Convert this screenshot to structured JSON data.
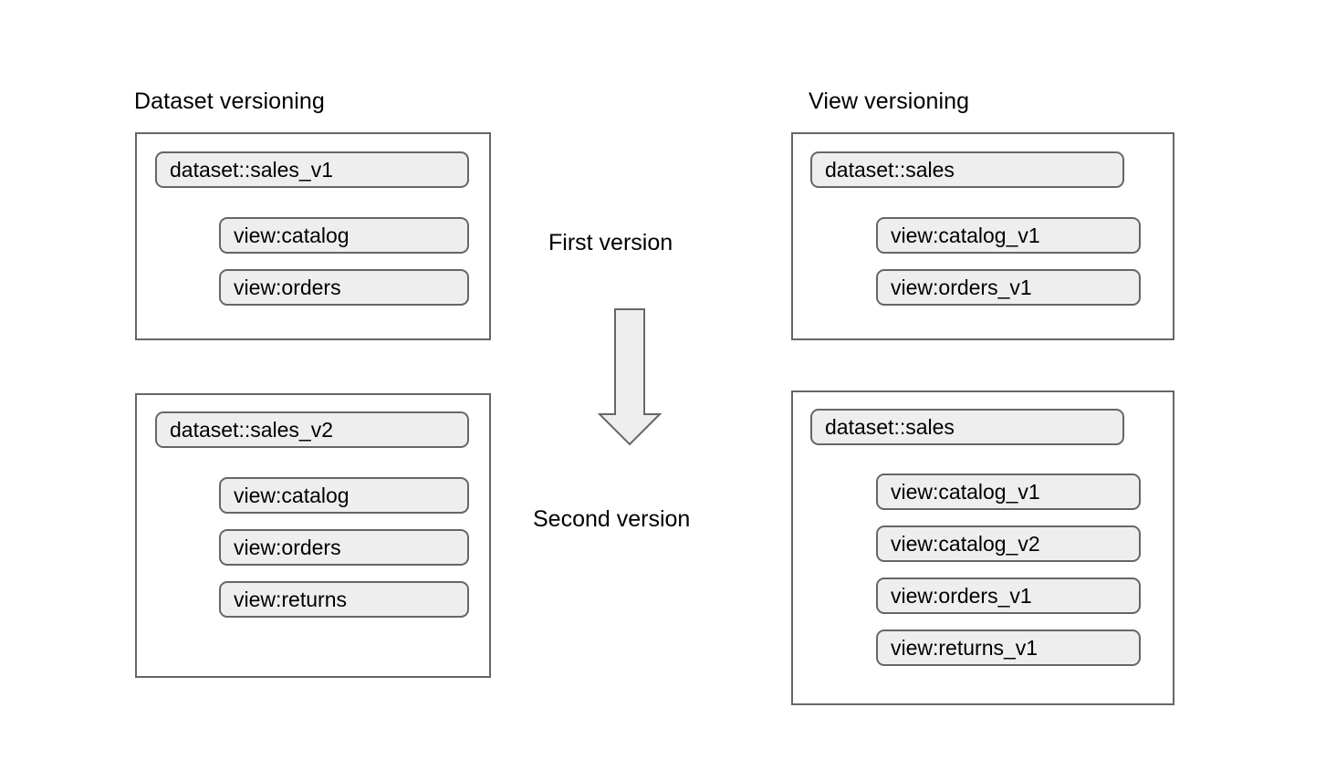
{
  "diagram": {
    "title": "Dataset versioning vs View versioning",
    "background_color": "#ffffff",
    "box_border_color": "#666666",
    "pill_fill_color": "#eeeeee",
    "pill_border_color": "#666666",
    "arrow_fill_color": "#eeeeee",
    "arrow_border_color": "#666666",
    "text_color": "#000000"
  },
  "columns": {
    "left": {
      "title": "Dataset versioning",
      "groups": [
        {
          "id": "ds-v1",
          "dataset": "dataset::sales_v1",
          "views": [
            "view:catalog",
            "view:orders"
          ]
        },
        {
          "id": "ds-v2",
          "dataset": "dataset::sales_v2",
          "views": [
            "view:catalog",
            "view:orders",
            "view:returns"
          ]
        }
      ]
    },
    "right": {
      "title": "View versioning",
      "groups": [
        {
          "id": "vw-v1",
          "dataset": "dataset::sales",
          "views": [
            "view:catalog_v1",
            "view:orders_v1"
          ]
        },
        {
          "id": "vw-v2",
          "dataset": "dataset::sales",
          "views": [
            "view:catalog_v1",
            "view:catalog_v2",
            "view:orders_v1",
            "view:returns_v1"
          ]
        }
      ]
    }
  },
  "center": {
    "first_version_label": "First version",
    "second_version_label": "Second version",
    "arrow_icon": "down-arrow-icon",
    "arrow_direction": "down"
  }
}
